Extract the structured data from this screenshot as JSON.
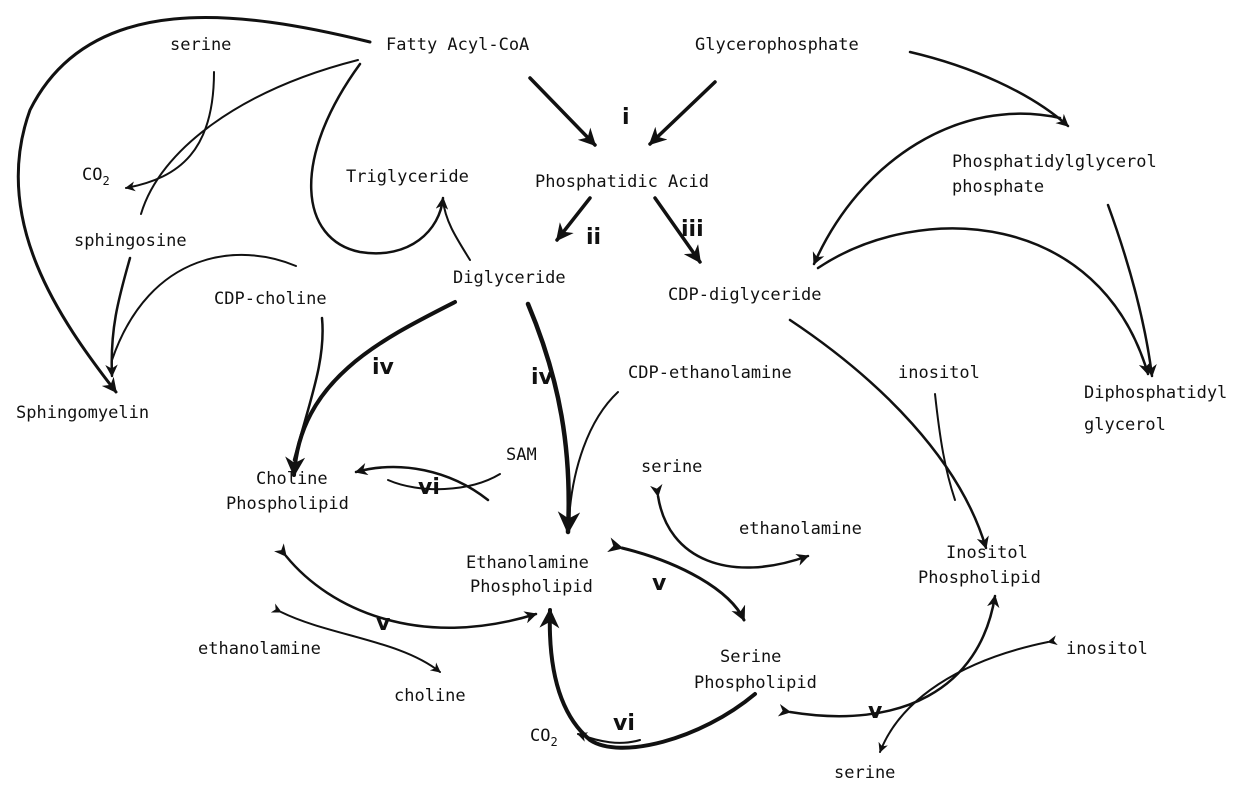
{
  "diagram": {
    "colors": {
      "ink": "#111111",
      "background": "#ffffff"
    },
    "nodes": {
      "fatty_acyl_coa": "Fatty Acyl-CoA",
      "glycerophosphate": "Glycerophosphate",
      "serine_top": "serine",
      "co2_top_main": "CO",
      "co2_top_sub": "2",
      "sphingosine": "sphingosine",
      "triglyceride": "Triglyceride",
      "phosphatidic_acid": "Phosphatidic Acid",
      "phosphatidylglycerol_phosphate_line1": "Phosphatidylglycerol",
      "phosphatidylglycerol_phosphate_line2": "phosphate",
      "diglyceride": "Diglyceride",
      "cdp_diglyceride": "CDP-diglyceride",
      "cdp_choline": "CDP-choline",
      "sphingomyelin": "Sphingomyelin",
      "cdp_ethanolamine": "CDP-ethanolamine",
      "inositol_top": "inositol",
      "diphosphatidylglycerol_line1": "Diphosphatidyl",
      "diphosphatidylglycerol_line2": "glycerol",
      "sam": "SAM",
      "serine_mid": "serine",
      "choline_phospholipid_line1": "Choline",
      "choline_phospholipid_line2": "Phospholipid",
      "ethanolamine_mid": "ethanolamine",
      "ethanolamine_phospholipid_line1": "Ethanolamine",
      "ethanolamine_phospholipid_line2": "Phospholipid",
      "inositol_phospholipid_line1": "Inositol",
      "inositol_phospholipid_line2": "Phospholipid",
      "ethanolamine_left": "ethanolamine",
      "choline": "choline",
      "serine_phospholipid_line1": "Serine",
      "serine_phospholipid_line2": "Phospholipid",
      "inositol_right": "inositol",
      "co2_bottom_main": "CO",
      "co2_bottom_sub": "2",
      "serine_bottom": "serine"
    },
    "steps": {
      "i": "i",
      "ii": "ii",
      "iii": "iii",
      "iv_left": "iv",
      "iv_center": "iv",
      "vi_top": "vi",
      "v_left": "v",
      "v_center": "v",
      "v_right": "v",
      "vi_bottom": "vi"
    }
  }
}
